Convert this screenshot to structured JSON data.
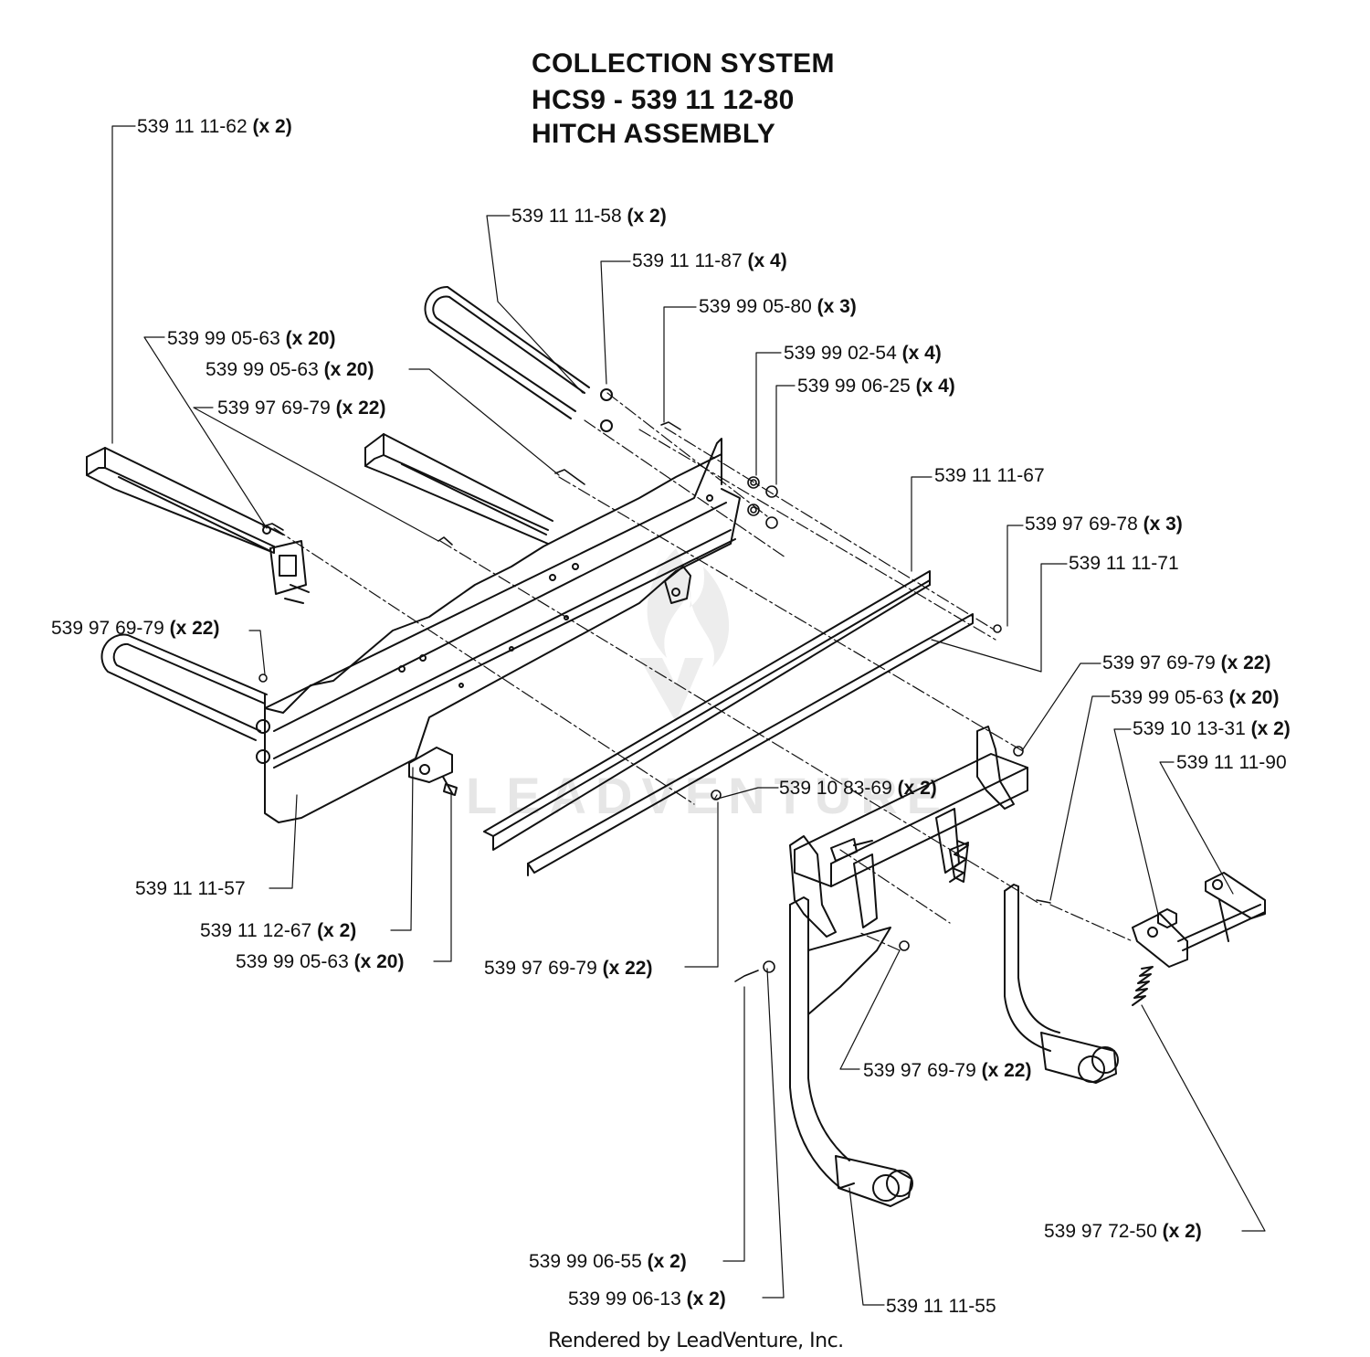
{
  "title_lines": [
    "COLLECTION SYSTEM",
    "HCS9 - 539 11 12-80",
    "HITCH ASSEMBLY"
  ],
  "watermark": "LEADVENTURE",
  "footer": "Rendered by LeadVenture, Inc.",
  "callouts": [
    {
      "part": "539 11 11-62",
      "qty": "(x 2)"
    },
    {
      "part": "539 11 11-58",
      "qty": "(x 2)"
    },
    {
      "part": "539 11 11-87",
      "qty": "(x 4)"
    },
    {
      "part": "539 99 05-80",
      "qty": "(x 3)"
    },
    {
      "part": "539 99 05-63",
      "qty": "(x 20)"
    },
    {
      "part": "539 99 05-63",
      "qty": "(x 20)"
    },
    {
      "part": "539 99 02-54",
      "qty": "(x 4)"
    },
    {
      "part": "539 99 06-25",
      "qty": "(x 4)"
    },
    {
      "part": "539 97 69-79",
      "qty": "(x 22)"
    },
    {
      "part": "539 11 11-67",
      "qty": ""
    },
    {
      "part": "539 97 69-78",
      "qty": "(x 3)"
    },
    {
      "part": "539 11 11-71",
      "qty": ""
    },
    {
      "part": "539 97 69-79",
      "qty": "(x 22)"
    },
    {
      "part": "539 97 69-79",
      "qty": "(x 22)"
    },
    {
      "part": "539 99 05-63",
      "qty": "(x 20)"
    },
    {
      "part": "539 10 13-31",
      "qty": "(x 2)"
    },
    {
      "part": "539 11 11-90",
      "qty": ""
    },
    {
      "part": "539 10 83-69",
      "qty": "(x 2)"
    },
    {
      "part": "539 11 11-57",
      "qty": ""
    },
    {
      "part": "539 11 12-67",
      "qty": "(x 2)"
    },
    {
      "part": "539 99 05-63",
      "qty": "(x 20)"
    },
    {
      "part": "539 97 69-79",
      "qty": "(x 22)"
    },
    {
      "part": "539 97 69-79",
      "qty": "(x 22)"
    },
    {
      "part": "539 97 72-50",
      "qty": "(x 2)"
    },
    {
      "part": "539 99 06-55",
      "qty": "(x 2)"
    },
    {
      "part": "539 99 06-13",
      "qty": "(x 2)"
    },
    {
      "part": "539 11 11-55",
      "qty": ""
    }
  ]
}
